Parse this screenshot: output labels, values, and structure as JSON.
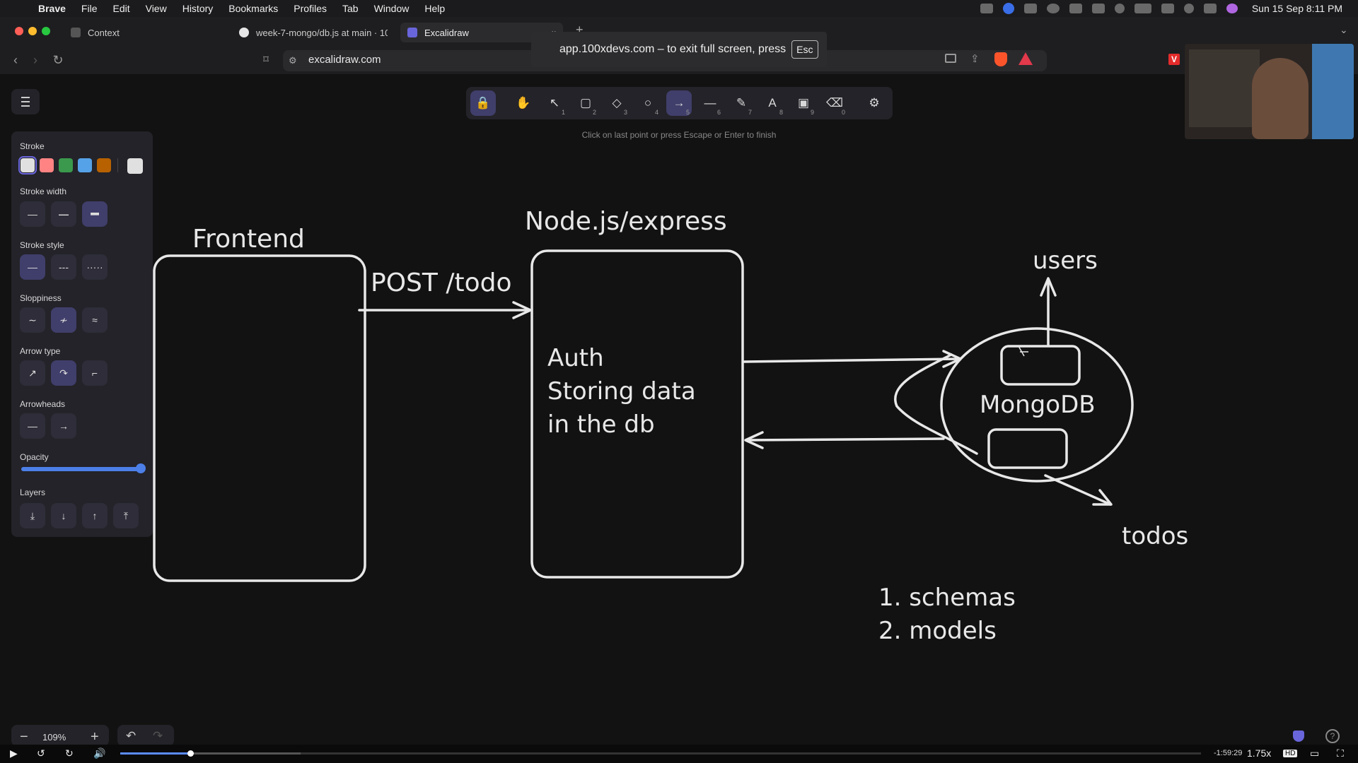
{
  "menubar": {
    "app": "Brave",
    "items": [
      "File",
      "Edit",
      "View",
      "History",
      "Bookmarks",
      "Profiles",
      "Tab",
      "Window",
      "Help"
    ],
    "clock": "Sun 15 Sep  8:11 PM",
    "status_icons": [
      "screen-record-icon",
      "zoom-icon",
      "vpn-icon",
      "globe-icon",
      "keyboard-icon",
      "sound-icon",
      "moon-icon",
      "battery-icon",
      "wifi-icon",
      "search-icon",
      "control-center-icon",
      "siri-icon"
    ]
  },
  "tabs": [
    {
      "title": "Context",
      "active": false
    },
    {
      "title": "week-7-mongo/db.js at main · 10...",
      "active": false
    },
    {
      "title": "Excalidraw",
      "active": true
    }
  ],
  "addressbar": {
    "url": "excalidraw.com"
  },
  "fullscreen_notice": {
    "text": "app.100xdevs.com – to exit full screen, press",
    "key": "Esc"
  },
  "toolbar": {
    "hint": "Click on last point or press Escape or Enter to finish",
    "tools": [
      {
        "name": "lock",
        "glyph": "🔒",
        "key": ""
      },
      {
        "name": "hand",
        "glyph": "✋",
        "key": ""
      },
      {
        "name": "selection",
        "glyph": "↖",
        "key": "1"
      },
      {
        "name": "rectangle",
        "glyph": "▢",
        "key": "2"
      },
      {
        "name": "diamond",
        "glyph": "◇",
        "key": "3"
      },
      {
        "name": "ellipse",
        "glyph": "○",
        "key": "4"
      },
      {
        "name": "arrow",
        "glyph": "→",
        "key": "5"
      },
      {
        "name": "line",
        "glyph": "—",
        "key": "6"
      },
      {
        "name": "draw",
        "glyph": "✎",
        "key": "7"
      },
      {
        "name": "text",
        "glyph": "A",
        "key": "8"
      },
      {
        "name": "image",
        "glyph": "▣",
        "key": "9"
      },
      {
        "name": "eraser",
        "glyph": "⌫",
        "key": "0"
      },
      {
        "name": "ai",
        "glyph": "⚙",
        "key": ""
      }
    ]
  },
  "properties": {
    "stroke_label": "Stroke",
    "stroke_colors": [
      "#e0e0e0",
      "#ff8383",
      "#3a994c",
      "#56a2e8",
      "#b76100",
      "#e0e0e0"
    ],
    "stroke_width_label": "Stroke width",
    "stroke_style_label": "Stroke style",
    "sloppiness_label": "Sloppiness",
    "arrow_type_label": "Arrow type",
    "arrowheads_label": "Arrowheads",
    "opacity_label": "Opacity",
    "opacity_value": 100,
    "layers_label": "Layers"
  },
  "drawing": {
    "frontend_label": "Frontend",
    "backend_label": "Node.js/express",
    "request_label": "POST /todo",
    "backend_body": [
      "Auth",
      "Storing data",
      "in the db"
    ],
    "db_label": "MongoDB",
    "collection_top": "users",
    "collection_bottom": "todos",
    "notes": [
      "1.  schemas",
      "2.  models"
    ]
  },
  "footer": {
    "zoom": "109%"
  },
  "player": {
    "time": "-1:59:29",
    "speed": "1.75x"
  }
}
